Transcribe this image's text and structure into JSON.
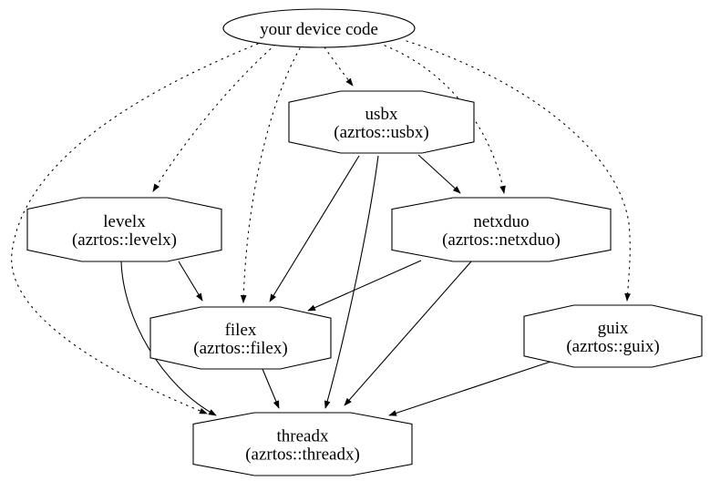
{
  "diagram": {
    "type": "dependency-graph",
    "background_color": "#ffffff",
    "stroke_color": "#000000",
    "nodes": [
      {
        "id": "device",
        "label": "your device code",
        "shape": "ellipse"
      },
      {
        "id": "usbx",
        "label": "usbx",
        "sublabel": "(azrtos::usbx)",
        "shape": "octagon"
      },
      {
        "id": "levelx",
        "label": "levelx",
        "sublabel": "(azrtos::levelx)",
        "shape": "octagon"
      },
      {
        "id": "netxduo",
        "label": "netxduo",
        "sublabel": "(azrtos::netxduo)",
        "shape": "octagon"
      },
      {
        "id": "filex",
        "label": "filex",
        "sublabel": "(azrtos::filex)",
        "shape": "octagon"
      },
      {
        "id": "guix",
        "label": "guix",
        "sublabel": "(azrtos::guix)",
        "shape": "octagon"
      },
      {
        "id": "threadx",
        "label": "threadx",
        "sublabel": "(azrtos::threadx)",
        "shape": "octagon"
      }
    ],
    "edges": [
      {
        "from": "device",
        "to": "usbx",
        "style": "dotted"
      },
      {
        "from": "device",
        "to": "levelx",
        "style": "dotted"
      },
      {
        "from": "device",
        "to": "netxduo",
        "style": "dotted"
      },
      {
        "from": "device",
        "to": "filex",
        "style": "dotted"
      },
      {
        "from": "device",
        "to": "guix",
        "style": "dotted"
      },
      {
        "from": "device",
        "to": "threadx",
        "style": "dotted"
      },
      {
        "from": "usbx",
        "to": "netxduo",
        "style": "solid"
      },
      {
        "from": "usbx",
        "to": "filex",
        "style": "solid"
      },
      {
        "from": "usbx",
        "to": "threadx",
        "style": "solid"
      },
      {
        "from": "levelx",
        "to": "filex",
        "style": "solid"
      },
      {
        "from": "levelx",
        "to": "threadx",
        "style": "solid"
      },
      {
        "from": "netxduo",
        "to": "filex",
        "style": "solid"
      },
      {
        "from": "netxduo",
        "to": "threadx",
        "style": "solid"
      },
      {
        "from": "filex",
        "to": "threadx",
        "style": "solid"
      },
      {
        "from": "guix",
        "to": "threadx",
        "style": "solid"
      }
    ]
  }
}
